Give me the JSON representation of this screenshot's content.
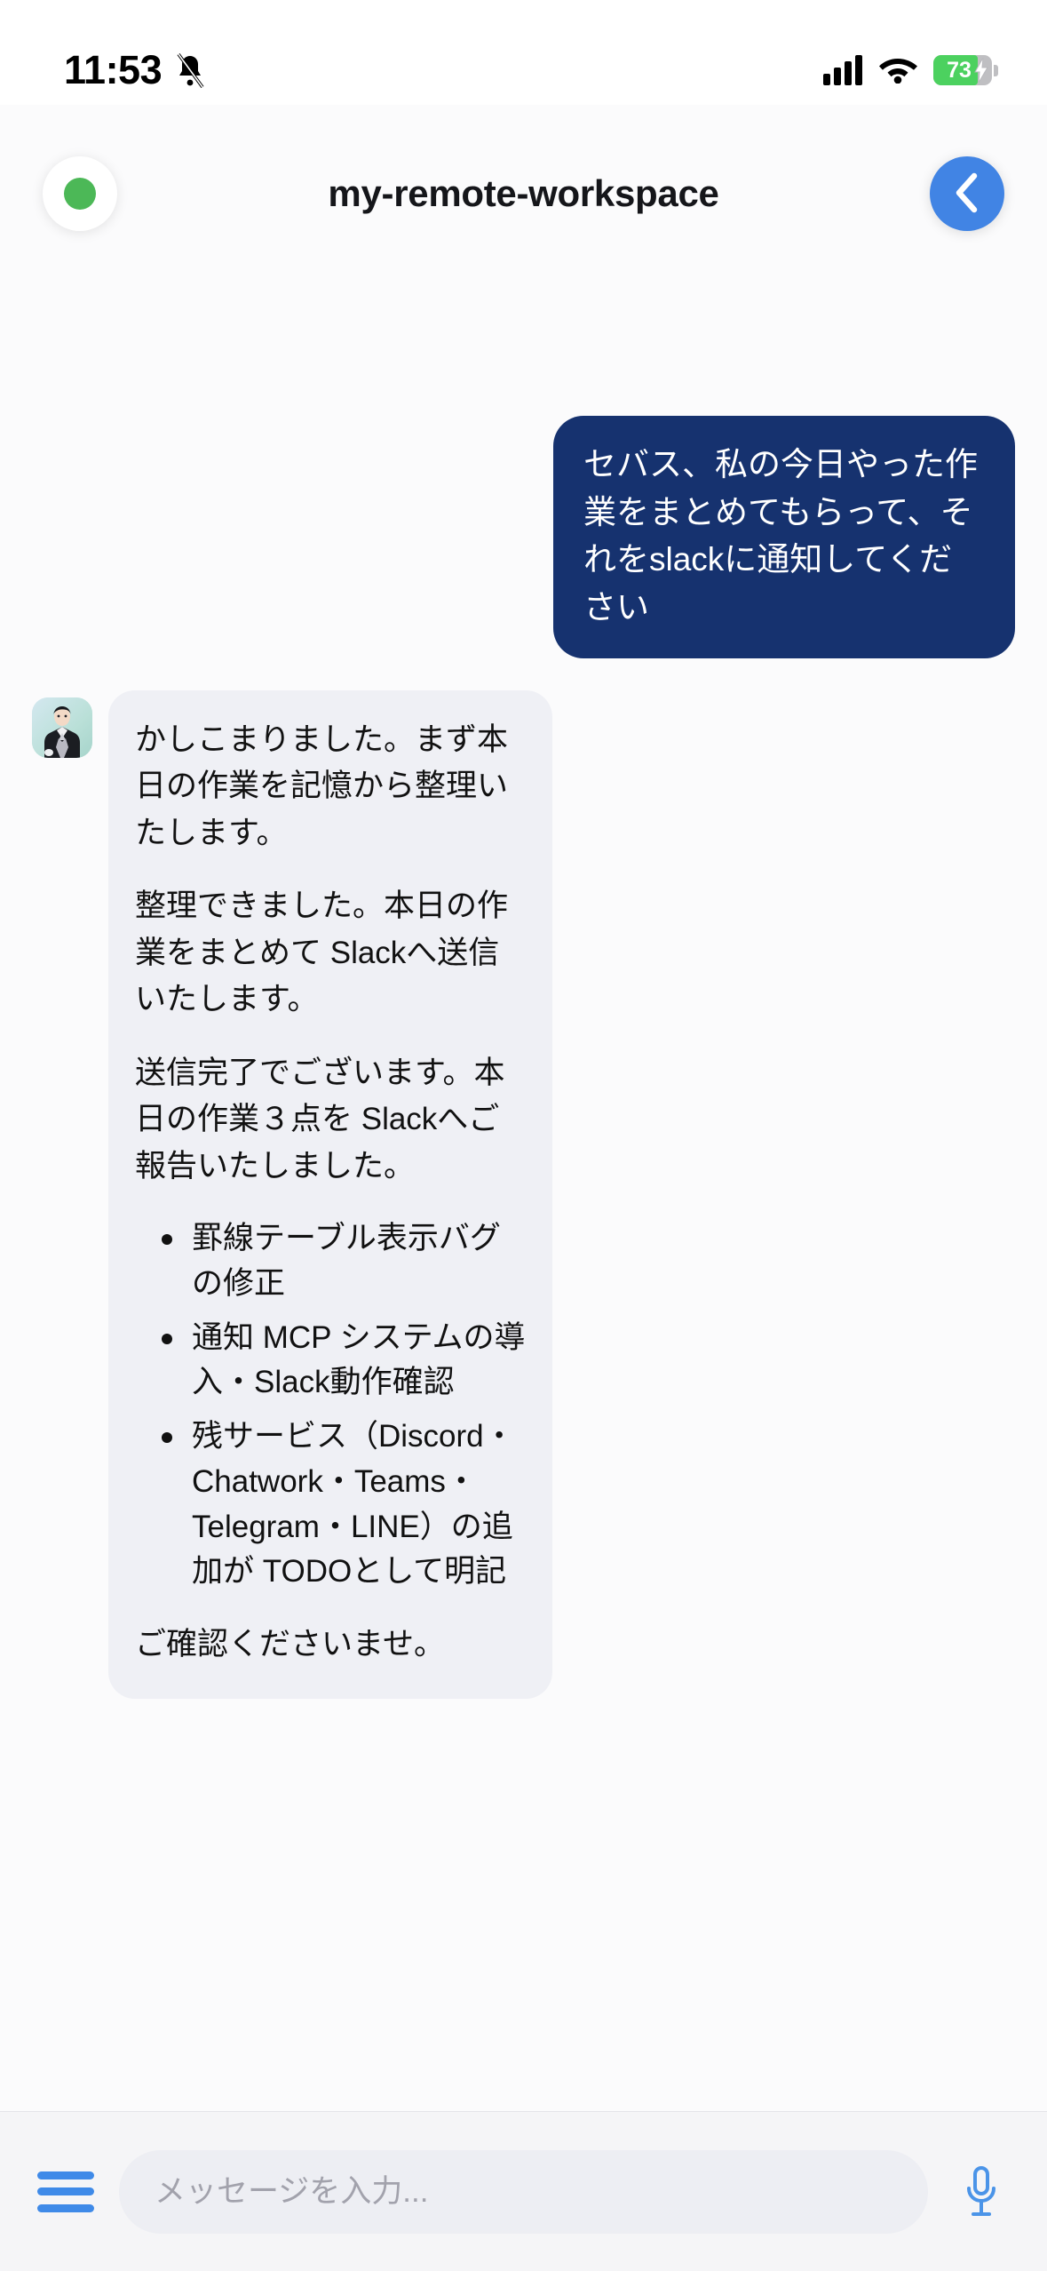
{
  "status_bar": {
    "time": "11:53",
    "battery_percent": "73",
    "icons": [
      "bell-mute-icon",
      "cellular-signal-icon",
      "wifi-icon",
      "battery-charging-icon"
    ]
  },
  "header": {
    "title": "my-remote-workspace",
    "status_dot_color": "#4cb857",
    "back_button_color": "#4184e4",
    "back_icon": "chevron-left-icon"
  },
  "conversation": [
    {
      "role": "user",
      "text": "セバス、私の今日やった作業をまとめてもらって、それをslackに通知してください"
    },
    {
      "role": "assistant",
      "avatar": "butler-avatar",
      "paragraphs": [
        "かしこまりました。まず本日の作業を記憶から整理いたします。",
        "整理できました。本日の作業をまとめて Slackへ送信いたします。",
        "送信完了でございます。本日の作業３点を Slackへご報告いたしました。"
      ],
      "bullets": [
        "罫線テーブル表示バグの修正",
        "通知 MCP システムの導入・Slack動作確認",
        "残サービス（Discord・Chatwork・Teams・Telegram・LINE）の追加が TODOとして明記"
      ],
      "closing": "ご確認くださいませ。"
    }
  ],
  "input_bar": {
    "menu_icon": "hamburger-menu-icon",
    "placeholder": "メッセージを入力...",
    "value": "",
    "mic_icon": "microphone-icon",
    "accent_color": "#3f8ae8"
  }
}
